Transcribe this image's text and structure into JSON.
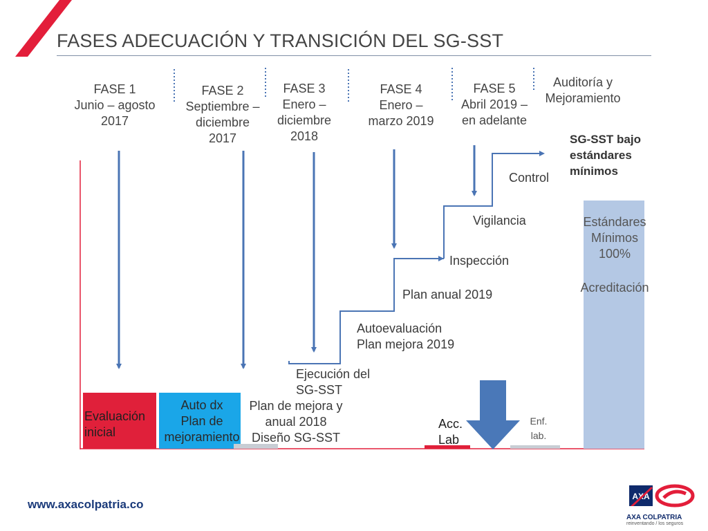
{
  "title": "FASES ADECUACIÓN Y TRANSICIÓN DEL SG-SST",
  "phases": [
    {
      "lines": [
        "FASE 1",
        "Junio – agosto",
        "2017"
      ]
    },
    {
      "lines": [
        "FASE 2",
        "Septiembre –",
        "diciembre",
        "2017"
      ]
    },
    {
      "lines": [
        "FASE 3",
        "Enero –",
        "diciembre",
        "2018"
      ]
    },
    {
      "lines": [
        "FASE 4",
        "Enero –",
        "marzo 2019"
      ]
    },
    {
      "lines": [
        "FASE 5",
        "Abril 2019 –",
        "en adelante"
      ]
    },
    {
      "lines": [
        "Auditoría y",
        "Mejoramiento"
      ]
    }
  ],
  "goal": [
    "SG-SST bajo",
    "estándares",
    "mínimos"
  ],
  "steps": {
    "control": "Control",
    "vigilancia": "Vigilancia",
    "inspeccion": "Inspección",
    "plan_anual": "Plan anual 2019",
    "autoevaluacion": [
      "Autoevaluación",
      "Plan mejora 2019"
    ],
    "ejecucion": [
      "Ejecución del",
      "SG-SST"
    ],
    "plan_mejora": [
      "Plan de mejora y",
      "anual 2018",
      "Diseño SG-SST"
    ]
  },
  "bars": {
    "evaluacion": [
      "Evaluación",
      "inicial"
    ],
    "auto_dx": [
      "Auto dx",
      "Plan de",
      "mejoramiento"
    ],
    "acc_lab": [
      "Acc.",
      "Lab"
    ],
    "enf_lab": [
      "Enf.",
      "lab."
    ],
    "estandares": [
      "Estándares",
      "Mínimos",
      "100%"
    ],
    "acreditacion": "Acreditación"
  },
  "colors": {
    "accent_red": "#e31e3a",
    "evaluacion_bar": "#e0203a",
    "auto_dx_bar": "#1aa6e8",
    "estandares_bar": "#b4c8e4",
    "arrow_blue": "#4a74b4",
    "big_arrow": "#4a78b8",
    "gray_bar": "#c8cdd4"
  },
  "footer": {
    "url": "www.axacolpatria.co"
  },
  "logo": {
    "brand": "AXA COLPATRIA",
    "tagline": "reinventando / los seguros",
    "mark": "AXA"
  }
}
